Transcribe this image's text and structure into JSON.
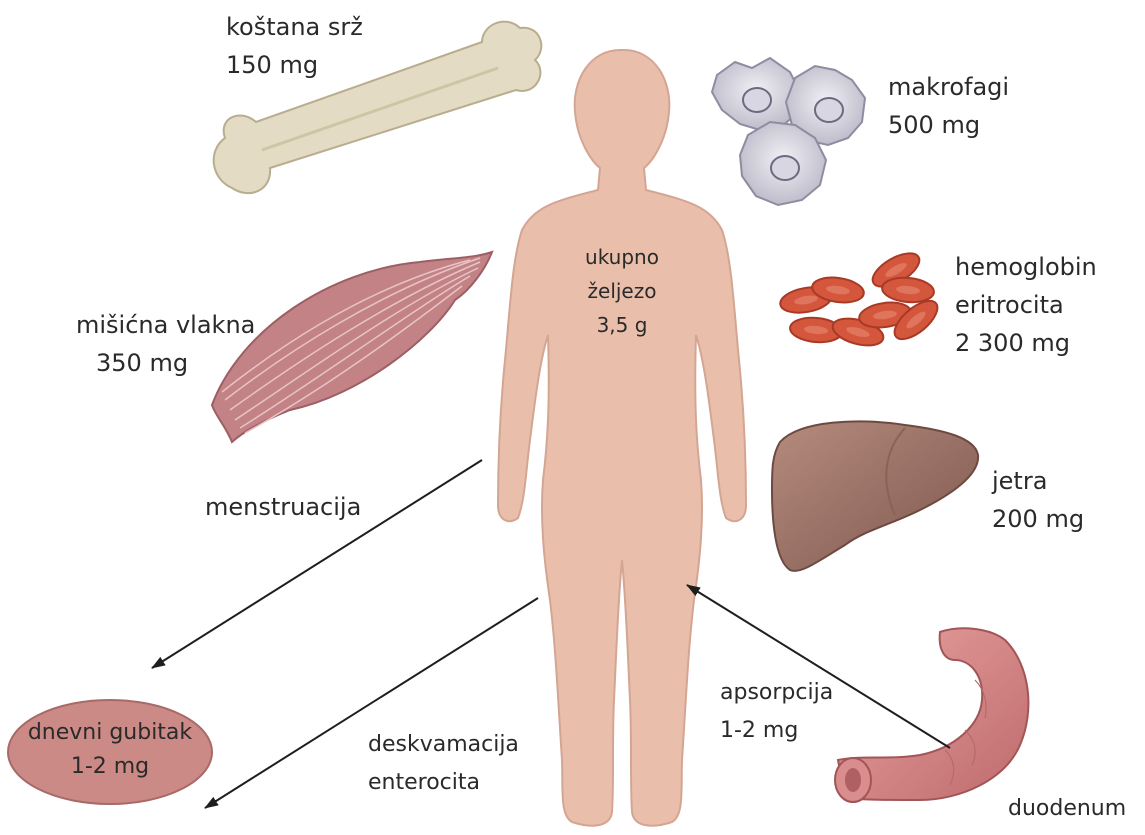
{
  "body": {
    "lines": [
      "ukupno",
      "željezo",
      "3,5 g"
    ]
  },
  "bone": {
    "name": "koštana srž",
    "amount": "150 mg"
  },
  "macrophages": {
    "name": "makrofagi",
    "amount": "500 mg"
  },
  "muscle": {
    "name": "mišićna vlakna",
    "amount": "350 mg"
  },
  "erythrocytes": {
    "line1": "hemoglobin",
    "line2": "eritrocita",
    "amount": "2 300 mg"
  },
  "liver": {
    "name": "jetra",
    "amount": "200 mg"
  },
  "menstruation": {
    "label": "menstruacija"
  },
  "loss": {
    "name": "dnevni gubitak",
    "amount": "1-2 mg"
  },
  "desquamation": {
    "line1": "deskvamacija",
    "line2": "enterocita"
  },
  "absorption": {
    "name": "apsorpcija",
    "amount": "1-2 mg"
  },
  "duodenum": {
    "name": "duodenum"
  },
  "colors": {
    "skin": "#e9bfac",
    "bone": "#e5dcc2",
    "macrophage": "#d3d1dd",
    "erythrocyte": "#d4573d",
    "muscle": "#c07a7d",
    "liver": "#9c7368",
    "gut": "#d38585",
    "loss_ellipse": "#cc8a86"
  }
}
